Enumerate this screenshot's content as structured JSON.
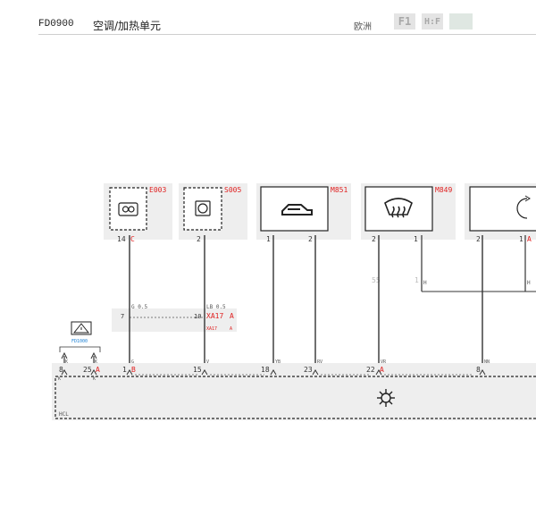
{
  "header": {
    "doc_code": "FD0900",
    "title": "空调/加热单元",
    "region": "欧洲",
    "btn_f1": "F1",
    "btn_hf": "H:F"
  },
  "diagram": {
    "components": {
      "e003": "E003",
      "s005": "S005",
      "m851": "M851",
      "m849": "M849"
    },
    "pins": {
      "e003_pin": "14",
      "e003_conn": "C",
      "s005_pin": "2",
      "m851_pin_a": "1",
      "m851_pin_b": "2",
      "m849_pin_a": "2",
      "m849_pin_b": "1",
      "right_pin_a": "2",
      "right_pin_b": "1",
      "right_conn": "A"
    },
    "splice": {
      "pin_left": "7",
      "wire_left": "G 0.5",
      "pin_right": "10",
      "wire_right": "LB 0.5",
      "connector": "XA17",
      "connector_letter": "A",
      "sub_label": "XA17",
      "sub_letter": "A"
    },
    "mid_labels": {
      "ref55": "55",
      "wire_h1": "H",
      "wire_h2": "H",
      "pin_1": "1"
    },
    "warning": {
      "ref": "FD1000"
    },
    "module": {
      "name": "HCL",
      "pins": [
        {
          "num": "8",
          "wire": "K"
        },
        {
          "num": "25",
          "conn": "A",
          "wire": "K"
        },
        {
          "num": "1",
          "conn": "B",
          "wire": "G"
        },
        {
          "num": "15",
          "wire": "V"
        },
        {
          "num": "18",
          "wire": "YB"
        },
        {
          "num": "23",
          "wire": "RV"
        },
        {
          "num": "22",
          "conn": "A",
          "wire": "VR"
        },
        {
          "num": "8",
          "wire": "NN"
        }
      ]
    },
    "colors": {
      "red": "#e02020",
      "wire": "#333333",
      "panel": "#eeeeee",
      "blue": "#1a7fd4"
    }
  }
}
